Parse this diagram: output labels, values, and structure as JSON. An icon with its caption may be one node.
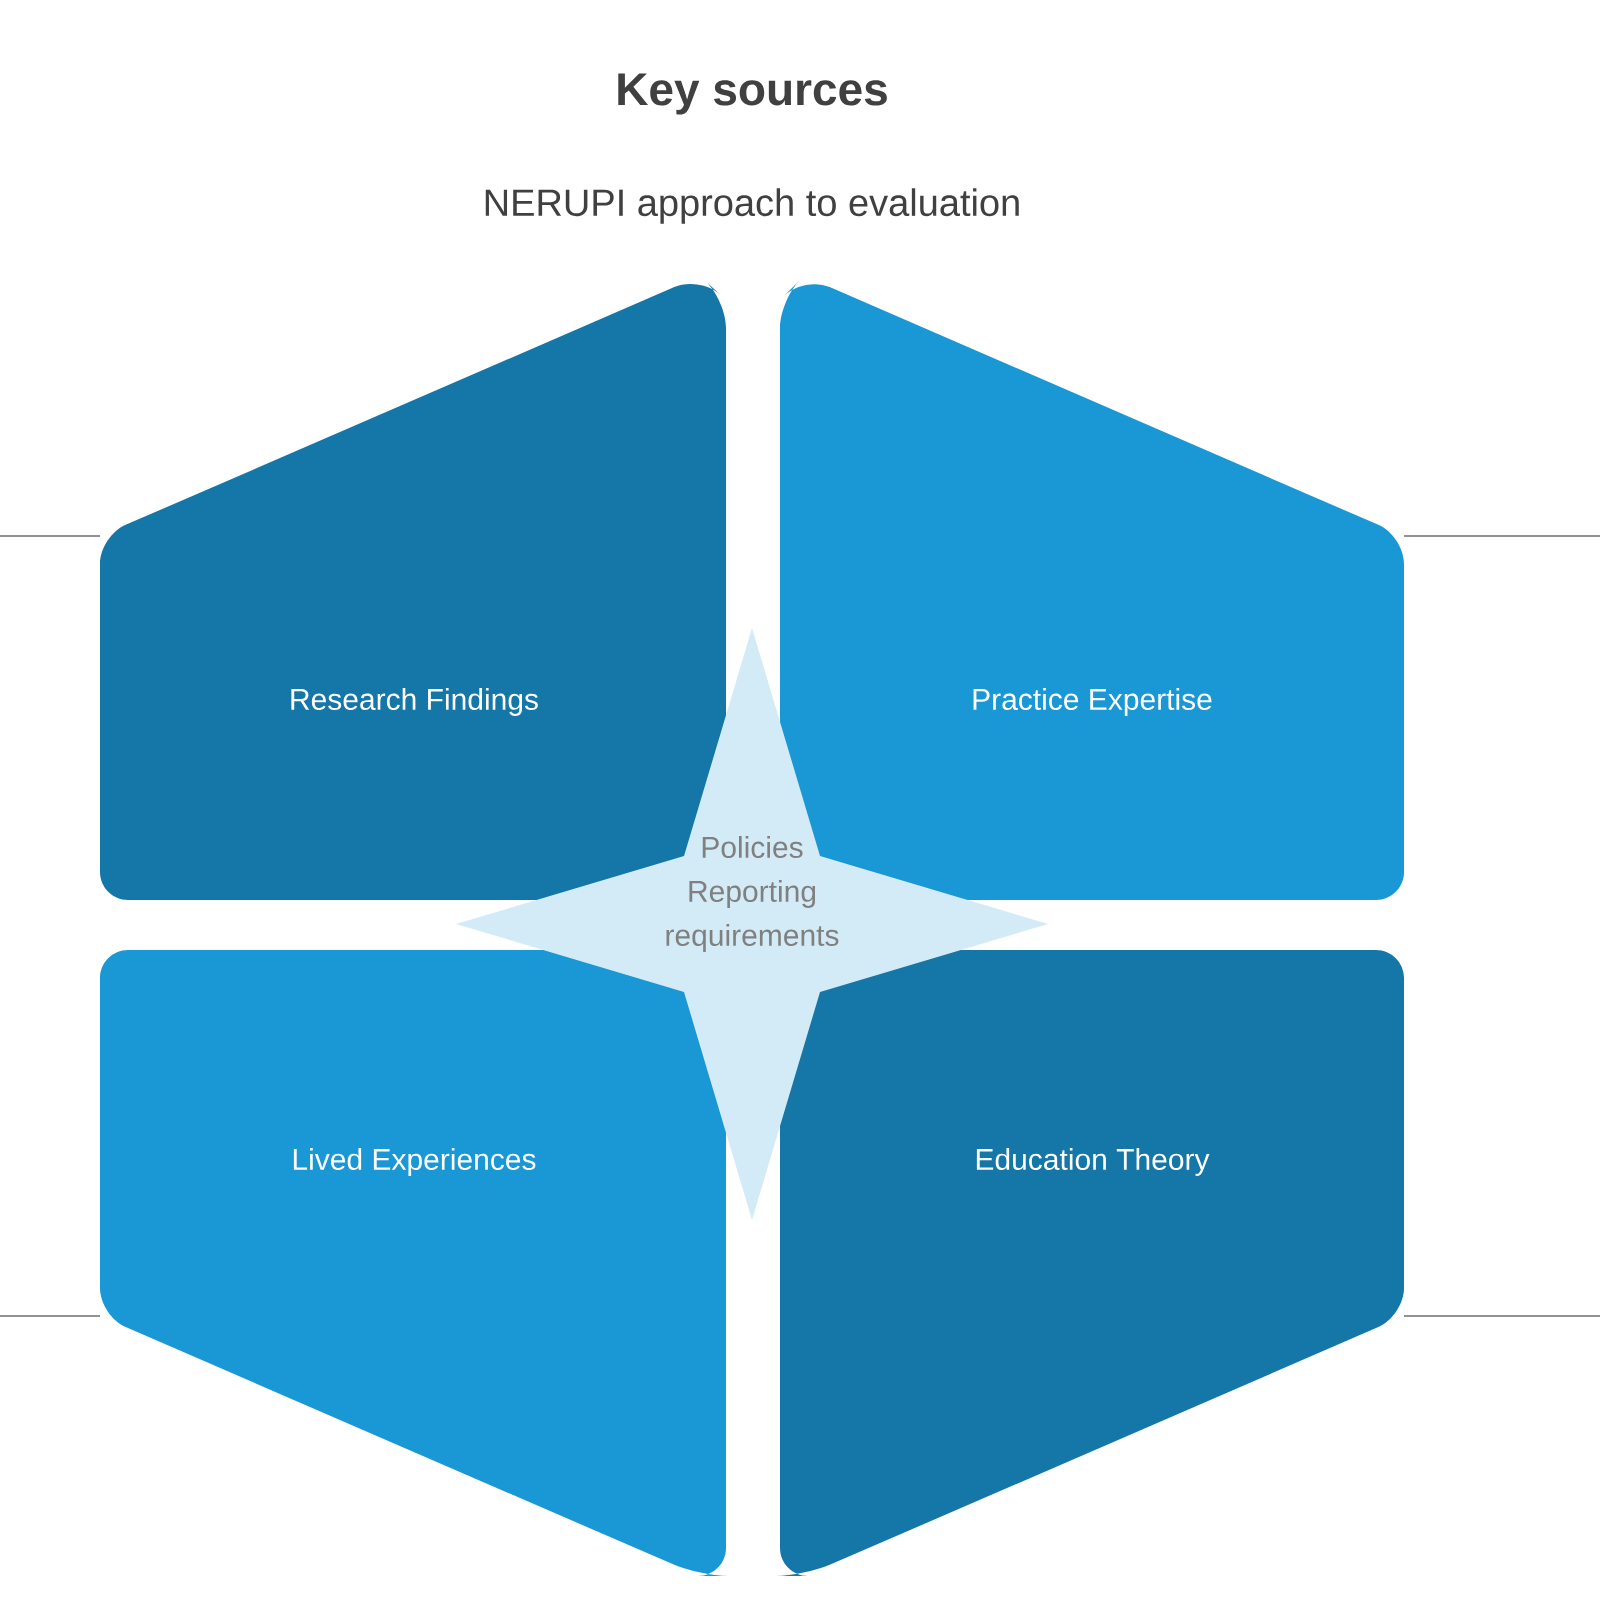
{
  "diagram": {
    "title": "Key sources",
    "nodes": [
      {
        "text": [
          "Research Findings"
        ]
      },
      {
        "text": [
          "Practice Expertise"
        ]
      },
      {
        "text": [
          "Lived Experiences"
        ]
      },
      {
        "text": [
          "Education Theory"
        ]
      },
      {
        "text": [
          "Policies",
          "Reporting requirements"
        ]
      }
    ],
    "labels": [
      "NERUPI approach to evaluation"
    ]
  }
}
